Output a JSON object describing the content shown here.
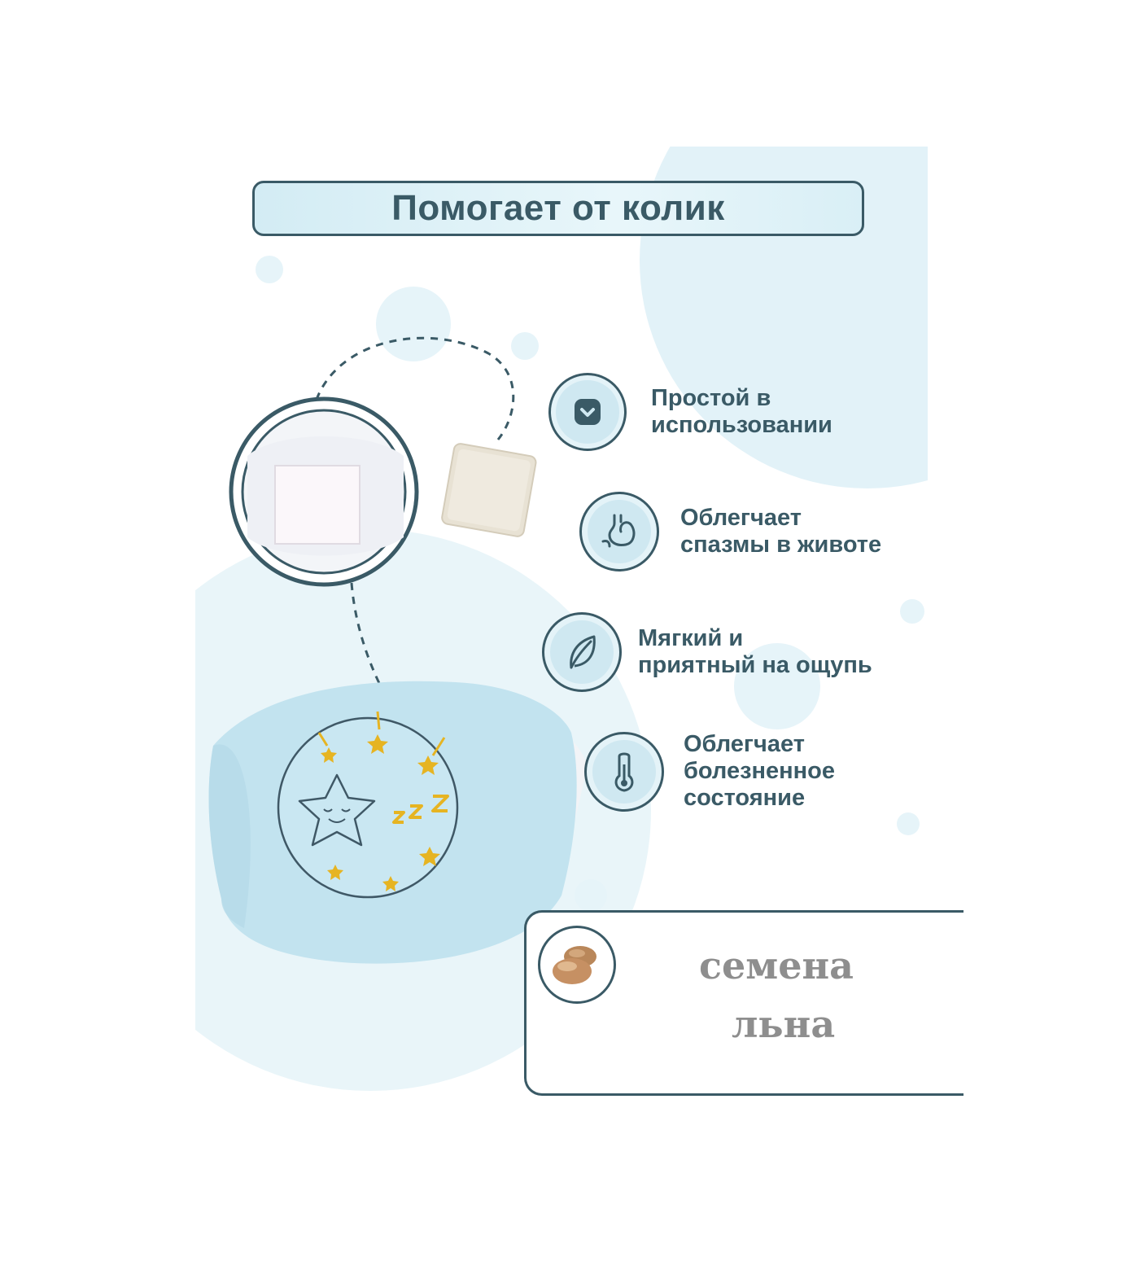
{
  "title": "Помогает от колик",
  "features": [
    {
      "icon": "pocket-icon",
      "lines": [
        "Простой в",
        "использовании"
      ]
    },
    {
      "icon": "stomach-icon",
      "lines": [
        "Облегчает",
        "спазмы в животе"
      ]
    },
    {
      "icon": "leaf-icon",
      "lines": [
        "Мягкий и",
        "приятный на ощупь"
      ]
    },
    {
      "icon": "thermometer-icon",
      "lines": [
        "Облегчает",
        "болезненное",
        "состояние"
      ]
    }
  ],
  "filler": {
    "icon": "flax-seeds-icon",
    "line1": "семена",
    "line2": "льна"
  },
  "colors": {
    "accent": "#3a5a66",
    "light_blue": "#cfe8f1",
    "belt_blue": "#bfe2ef",
    "seed_text": "#8e8e8e",
    "star_gold": "#e6b422"
  }
}
